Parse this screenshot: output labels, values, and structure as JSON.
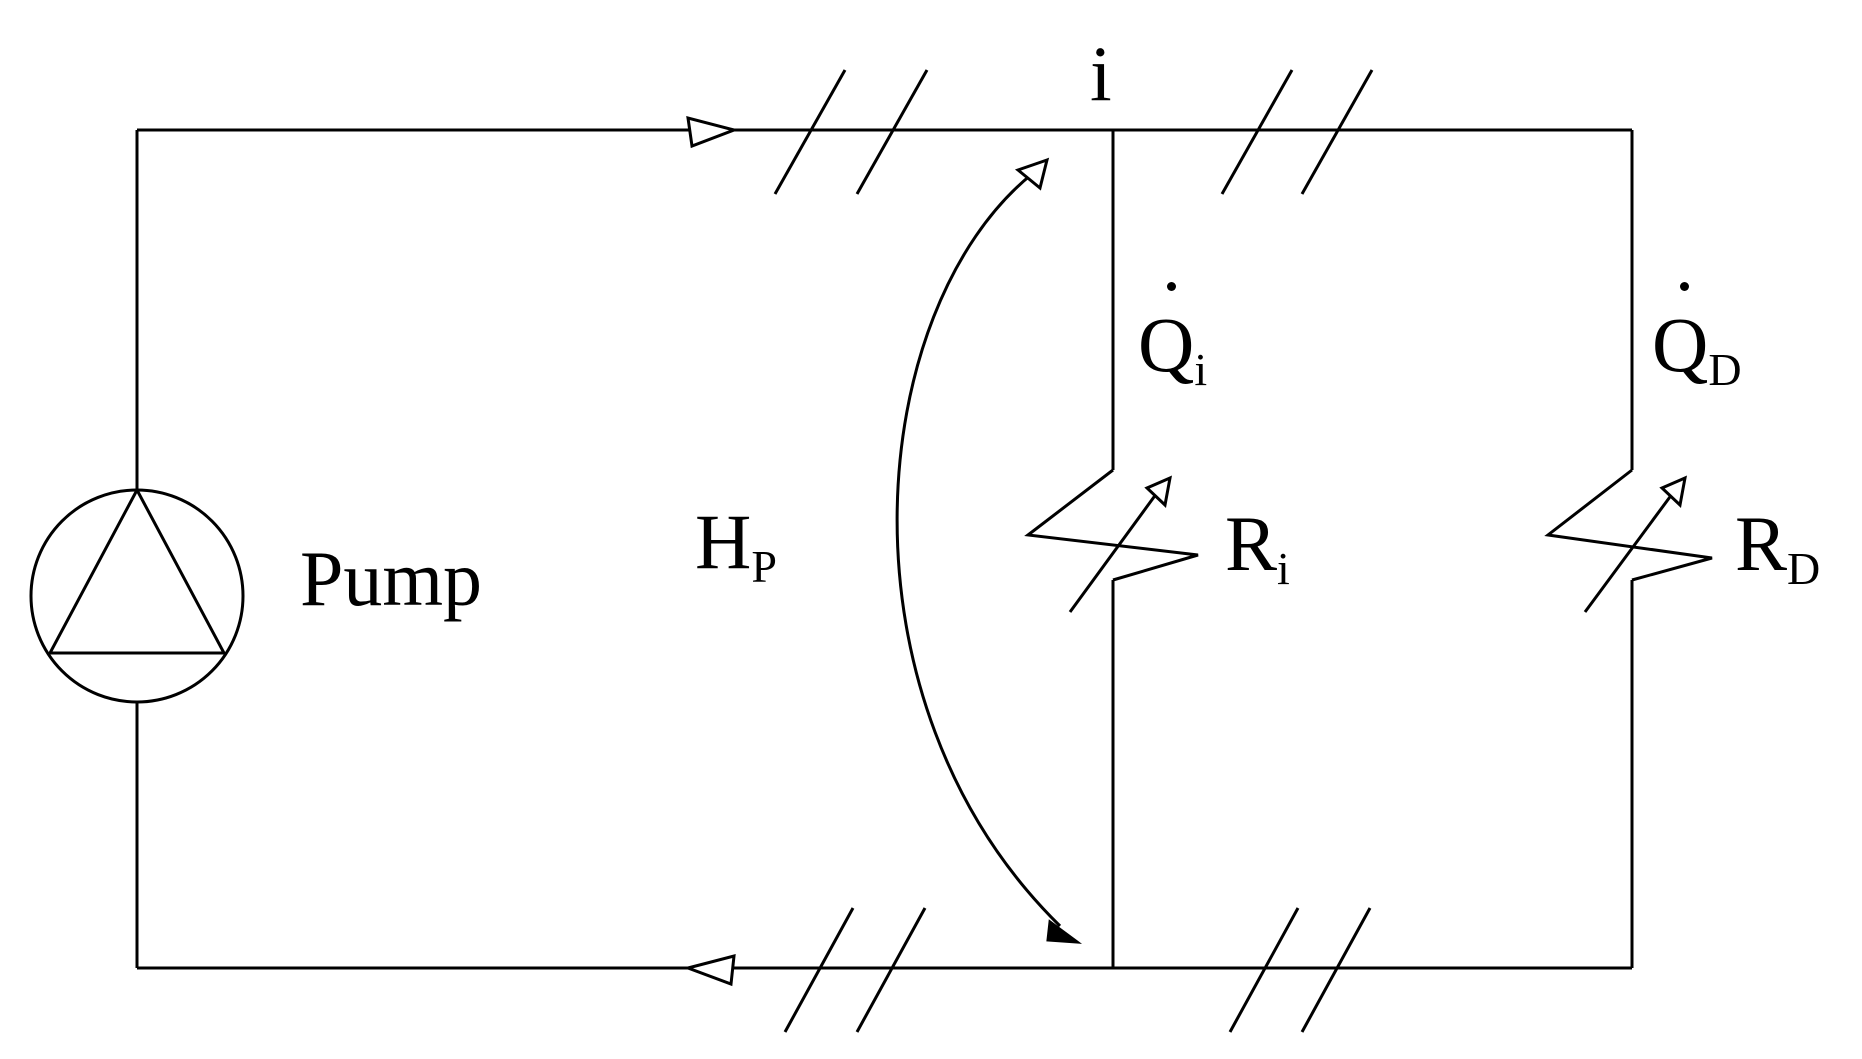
{
  "diagram": {
    "pump_label": "Pump",
    "head_label": {
      "main": "H",
      "sub": "P"
    },
    "node_label": "i",
    "branch_i": {
      "flow": {
        "main": "Q",
        "sub": "i"
      },
      "resistance": {
        "main": "R",
        "sub": "i"
      }
    },
    "branch_d": {
      "flow": {
        "main": "Q",
        "sub": "D"
      },
      "resistance": {
        "main": "R",
        "sub": "D"
      }
    },
    "colors": {
      "line": "#000000",
      "background": "#ffffff"
    }
  }
}
